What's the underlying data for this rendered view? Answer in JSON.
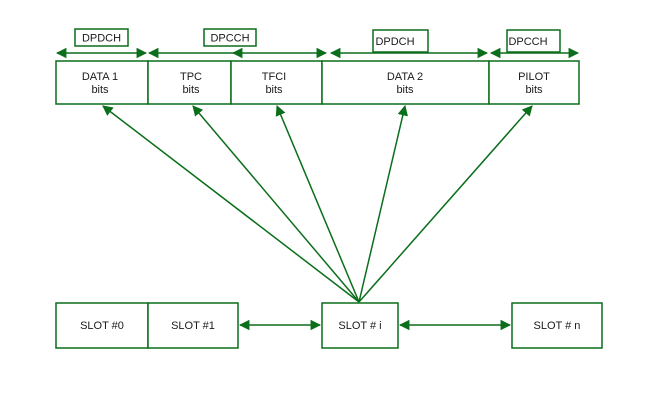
{
  "colors": {
    "stroke": "#0a6e1a",
    "text": "#1a1a1a",
    "background": "#ffffff"
  },
  "channel_labels": [
    "DPDCH",
    "DPCCH",
    "DPDCH",
    "DPCCH"
  ],
  "fields": [
    {
      "line1": "DATA 1",
      "line2": "bits"
    },
    {
      "line1": "TPC",
      "line2": "bits"
    },
    {
      "line1": "TFCI",
      "line2": "bits"
    },
    {
      "line1": "DATA 2",
      "line2": "bits"
    },
    {
      "line1": "PILOT",
      "line2": "bits"
    }
  ],
  "slots": [
    "SLOT #0",
    "SLOT #1",
    "SLOT # i",
    "SLOT # n"
  ]
}
